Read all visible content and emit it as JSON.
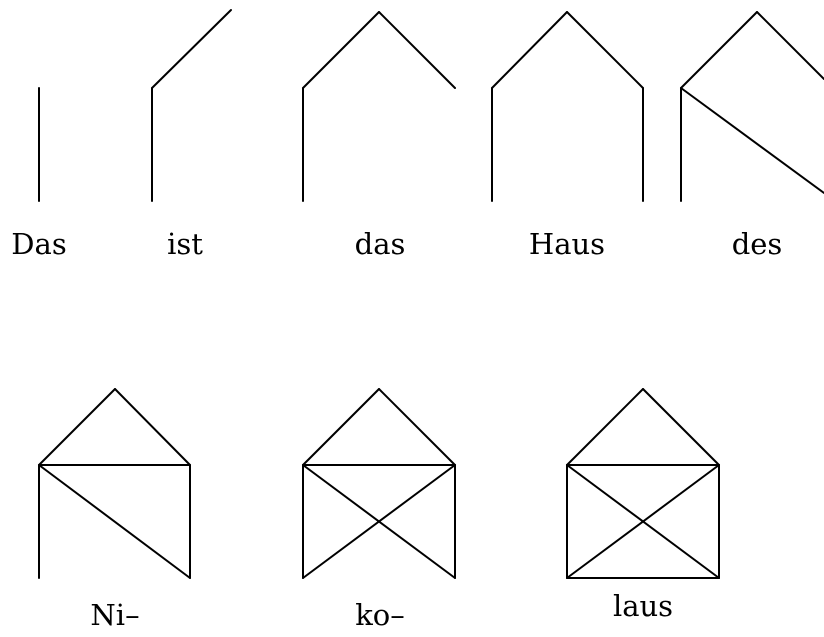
{
  "words": {
    "das_1": "Das",
    "ist": "ist",
    "das_2": "das",
    "haus": "Haus",
    "des": "des",
    "ni": "Ni–",
    "ko": "ko–",
    "laus": "laus"
  }
}
